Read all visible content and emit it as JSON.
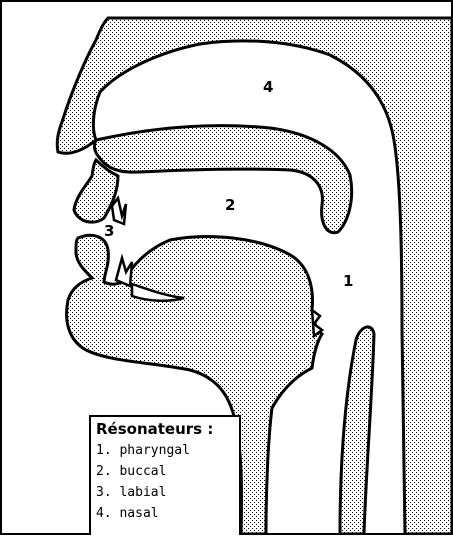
{
  "diagram": {
    "region_numbers": [
      "1",
      "2",
      "3",
      "4"
    ],
    "legend": {
      "title": "Résonateurs :",
      "items": [
        "1. pharyngal",
        "2. buccal",
        "3. labial",
        "4. nasal"
      ]
    },
    "colors": {
      "outline": "#000000",
      "stipple": "#000000",
      "background": "#ffffff"
    }
  }
}
